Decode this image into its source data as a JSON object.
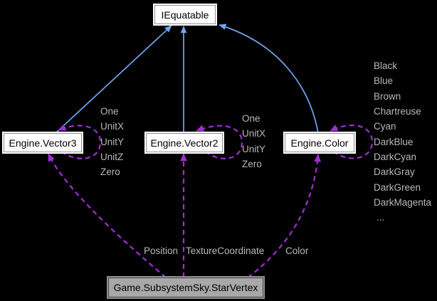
{
  "diagram": {
    "type": "doxygen-collaboration-graph",
    "background_color": "#000000",
    "inheritance_edge_color": "#6fa7f0",
    "usage_edge_color": "#9e30d0",
    "label_color": "#b8b8b8"
  },
  "nodes": {
    "iequatable": {
      "label": "IEquatable"
    },
    "vector3": {
      "label": "Engine.Vector3",
      "members": [
        "One",
        "UnitX",
        "UnitY",
        "UnitZ",
        "Zero"
      ]
    },
    "vector2": {
      "label": "Engine.Vector2",
      "members": [
        "One",
        "UnitX",
        "UnitY",
        "Zero"
      ]
    },
    "color": {
      "label": "Engine.Color",
      "members": [
        "Black",
        "Blue",
        "Brown",
        "Chartreuse",
        "Cyan",
        "DarkBlue",
        "DarkCyan",
        "DarkGray",
        "DarkGreen",
        "DarkMagenta",
        "..."
      ]
    },
    "starvertex": {
      "label": "Game.SubsystemSky.StarVertex"
    }
  },
  "edges": {
    "position_label": "Position",
    "texturecoordinate_label": "TextureCoordinate",
    "color_label": "Color"
  }
}
